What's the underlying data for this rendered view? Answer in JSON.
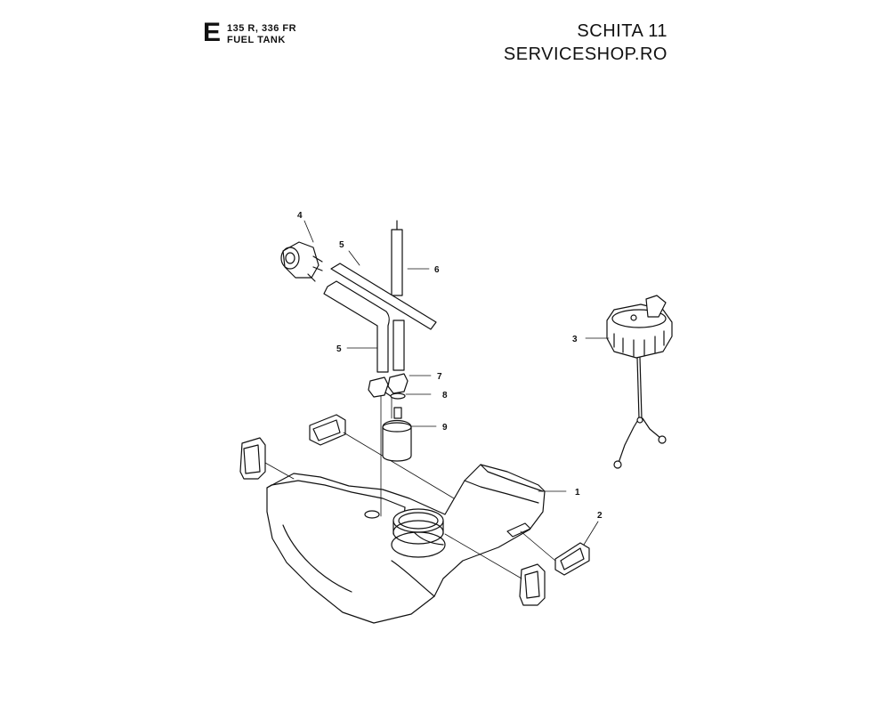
{
  "header": {
    "section_letter": "E",
    "model_line": "135 R, 336 FR",
    "title_line": "FUEL TANK",
    "sheet": "SCHITA 11",
    "site": "SERVICESHOP.RO"
  },
  "callouts": [
    "1",
    "2",
    "3",
    "4",
    "5",
    "5",
    "6",
    "7",
    "8",
    "9"
  ]
}
